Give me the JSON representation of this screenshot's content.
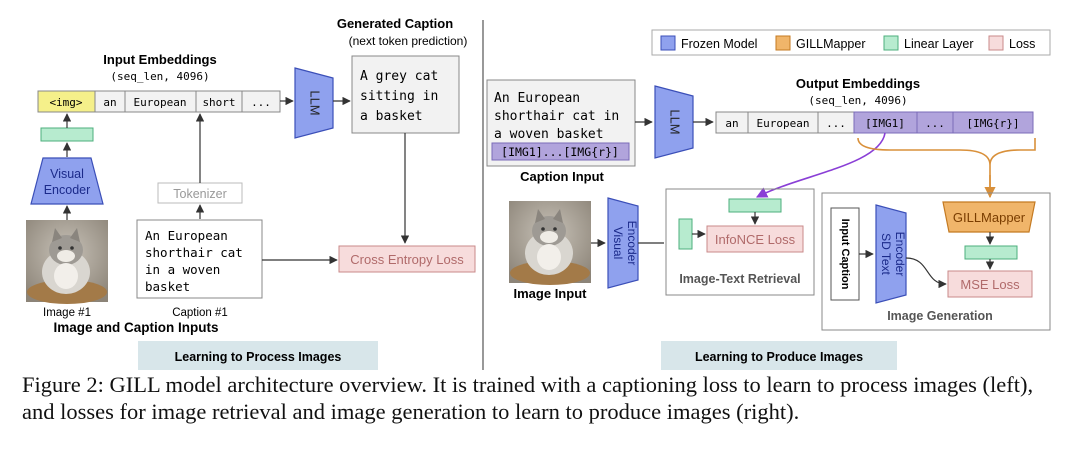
{
  "left": {
    "input_embeddings": {
      "title": "Input Embeddings",
      "shape": "(seq_len, 4096)",
      "tokens": [
        "<img>",
        "an",
        "European",
        "short",
        "..."
      ]
    },
    "llm_label": "LLM",
    "generated_caption": {
      "title": "Generated Caption",
      "subtitle": "(next token prediction)",
      "lines": [
        "A grey cat",
        "sitting in",
        "a basket"
      ]
    },
    "visual_encoder": [
      "Visual",
      "Encoder"
    ],
    "tokenizer": "Tokenizer",
    "caption_text": [
      "An European",
      "shorthair cat",
      "in a woven",
      "basket"
    ],
    "loss": "Cross Entropy Loss",
    "image_label": "Image #1",
    "caption_label": "Caption #1",
    "section_title": "Image and Caption Inputs",
    "banner": "Learning to Process Images"
  },
  "legend": [
    {
      "label": "Frozen Model",
      "fill": "#8fa1ee",
      "stroke": "#3b4fb8"
    },
    {
      "label": "GILLMapper",
      "fill": "#f0b56a",
      "stroke": "#c47a22"
    },
    {
      "label": "Linear Layer",
      "fill": "#b7ebcf",
      "stroke": "#4caf7c"
    },
    {
      "label": "Loss",
      "fill": "#f7dcdc",
      "stroke": "#c98a8a"
    }
  ],
  "right": {
    "caption_text": [
      "An European",
      "shorthair cat in",
      "a woven basket"
    ],
    "caption_tokens": "[IMG1]...[IMG{r}]",
    "caption_input_label": "Caption Input",
    "llm_label": "LLM",
    "output_embeddings": {
      "title": "Output Embeddings",
      "shape": "(seq_len, 4096)",
      "tokens": [
        "an",
        "European",
        "...",
        "[IMG1]",
        "...",
        "[IMG{r}]"
      ]
    },
    "visual_encoder": [
      "Visual",
      "Encoder"
    ],
    "infonce": "InfoNCE Loss",
    "retrieval_label": "Image-Text Retrieval",
    "image_input_label": "Image Input",
    "input_caption": "Input Caption",
    "sd_text_encoder": [
      "SD Text",
      "Encoder"
    ],
    "gillmapper": "GILLMapper",
    "mse": "MSE Loss",
    "generation_label": "Image Generation",
    "banner": "Learning to Produce Images"
  },
  "figure_caption": "Figure 2: GILL model architecture overview. It is trained with a captioning loss to learn to process images (left), and losses for image retrieval and image generation to learn to produce images (right).",
  "colors": {
    "frozen_fill": "#8fa1ee",
    "frozen_stroke": "#3b4fb8",
    "linear_fill": "#b7ebcf",
    "linear_stroke": "#4caf7c",
    "loss_fill": "#f7dcdc",
    "loss_stroke": "#c98a8a",
    "mapper_fill": "#f0b56a",
    "mapper_stroke": "#c47a22",
    "img_token_fill": "#f5f08a",
    "img_out_fill": "#b1a4dc",
    "banner_fill": "#d8e6ea",
    "arrow_purple": "#8a3fd6",
    "arrow_orange": "#d9903a"
  }
}
